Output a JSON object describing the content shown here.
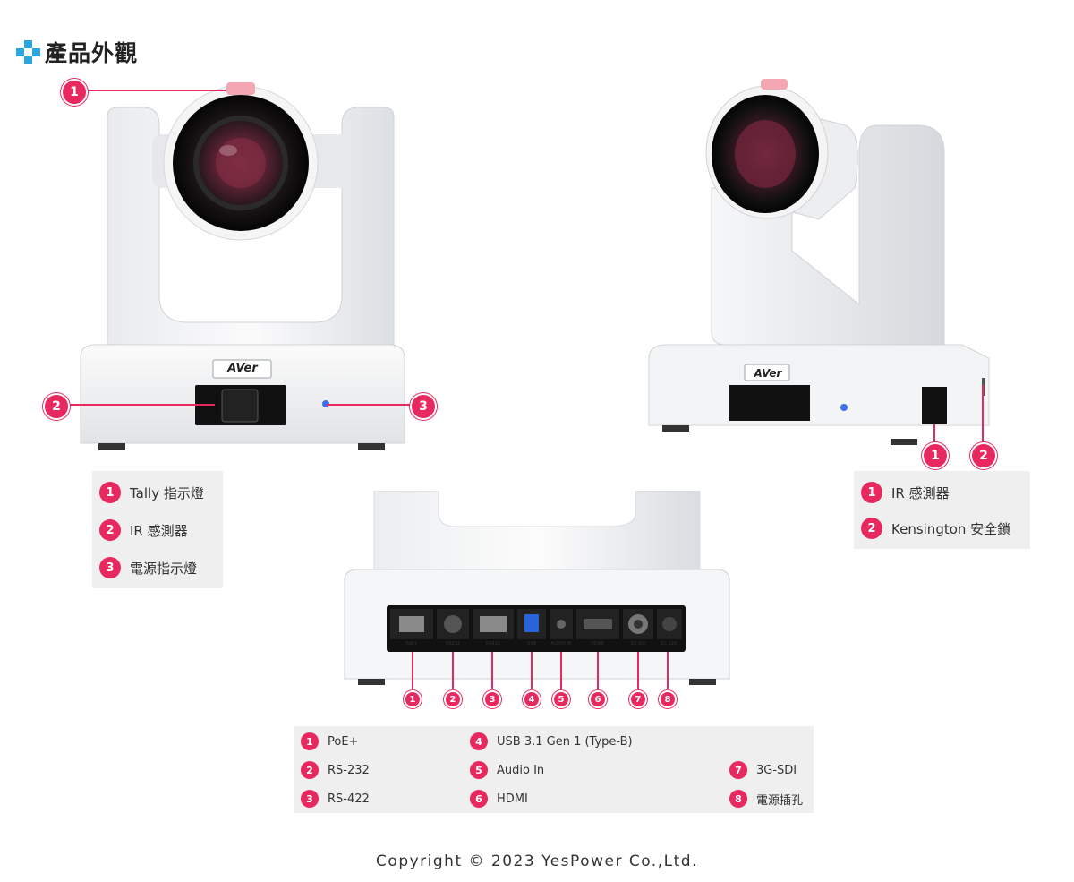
{
  "section": {
    "title": "產品外觀"
  },
  "front_view": {
    "brand_label": "AVer",
    "callouts": [
      "1",
      "2",
      "3"
    ],
    "legend": [
      {
        "num": "1",
        "label": "Tally 指示燈"
      },
      {
        "num": "2",
        "label": "IR 感測器"
      },
      {
        "num": "3",
        "label": "電源指示燈"
      }
    ]
  },
  "side_view": {
    "brand_label": "AVer",
    "callouts": [
      "1",
      "2"
    ],
    "legend": [
      {
        "num": "1",
        "label": "IR 感測器"
      },
      {
        "num": "2",
        "label": "Kensington 安全鎖"
      }
    ]
  },
  "rear_view": {
    "ports": [
      "PoE+",
      "RS232",
      "RS422",
      "USB",
      "AUDIO IN",
      "HDMI",
      "3G-SDI",
      "DC 12V"
    ],
    "callouts": [
      "1",
      "2",
      "3",
      "4",
      "5",
      "6",
      "7",
      "8"
    ],
    "legend_col1": [
      {
        "num": "1",
        "label": "PoE+"
      },
      {
        "num": "2",
        "label": "RS-232"
      },
      {
        "num": "3",
        "label": "RS-422"
      }
    ],
    "legend_col2": [
      {
        "num": "4",
        "label": "USB 3.1 Gen 1 (Type-B)"
      },
      {
        "num": "5",
        "label": "Audio In"
      },
      {
        "num": "6",
        "label": "HDMI"
      }
    ],
    "legend_col3": [
      {
        "num": "7",
        "label": "3G-SDI"
      },
      {
        "num": "8",
        "label": "電源插孔"
      }
    ]
  },
  "footer": {
    "copyright": "Copyright © 2023 YesPower Co.,Ltd."
  },
  "colors": {
    "accent": "#e8295f",
    "title_icon": "#2aa7e0",
    "legend_bg": "#efefef"
  }
}
